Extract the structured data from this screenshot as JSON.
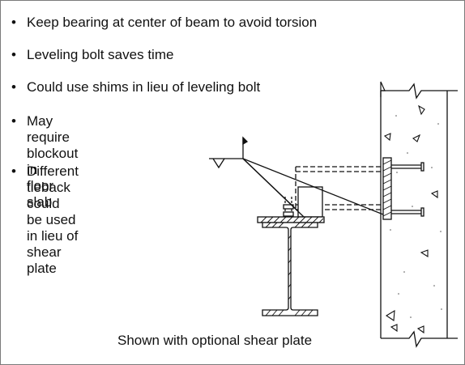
{
  "notes": [
    {
      "text": "Keep bearing at center of beam to avoid torsion"
    },
    {
      "text": "Leveling bolt saves time"
    },
    {
      "text": "Could use shims in lieu of leveling bolt"
    },
    {
      "text": "May require blockout in\nfloor slab"
    },
    {
      "text": "Different tieback could\nbe used in lieu of shear plate"
    }
  ],
  "bullet_glyph": "•",
  "caption": "Shown with optional shear plate"
}
